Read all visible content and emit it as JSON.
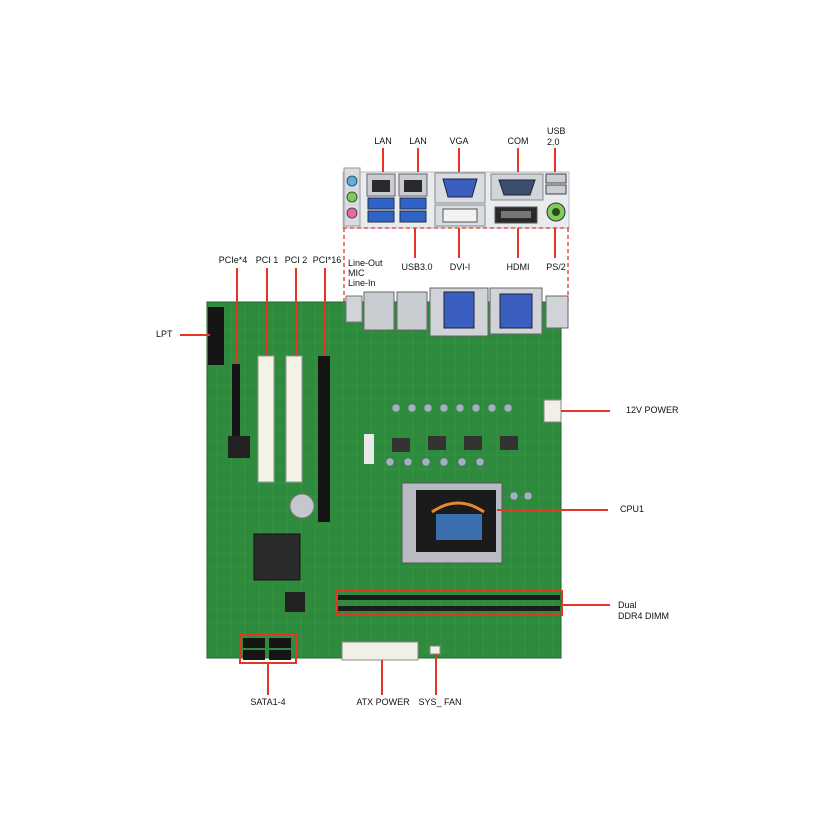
{
  "colors": {
    "pcb": "#2e8a3c",
    "pcb_dark": "#1f6a2a",
    "callout": "#e53525",
    "io_metal": "#c9cdd2",
    "usb3_blue": "#2f63c8",
    "vga_blue": "#3a5fc0",
    "slot_white": "#f4f1e6",
    "slot_black": "#151515",
    "dimm": "#1c1c1c"
  },
  "io_panel": {
    "top_labels": {
      "lan1": "LAN",
      "lan2": "LAN",
      "vga": "VGA",
      "com": "COM",
      "usb2": "USB\n2.0"
    },
    "bottom_labels": {
      "usb3": "USB3.0",
      "dvi": "DVI-I",
      "hdmi": "HDMI",
      "ps2": "PS/2"
    },
    "audio_labels": "Line-Out\nMIC\nLine-In"
  },
  "slots": {
    "pcie4": "PCIe*4",
    "pci1": "PCI 1",
    "pci2": "PCI 2",
    "pcie16": "PCI*16"
  },
  "callouts": {
    "lpt": "LPT",
    "power12v": "12V POWER",
    "cpu": "CPU1",
    "dimm": "Dual\nDDR4 DIMM",
    "sata": "SATA1-4",
    "atx": "ATX POWER",
    "sysfan": "SYS_ FAN"
  }
}
